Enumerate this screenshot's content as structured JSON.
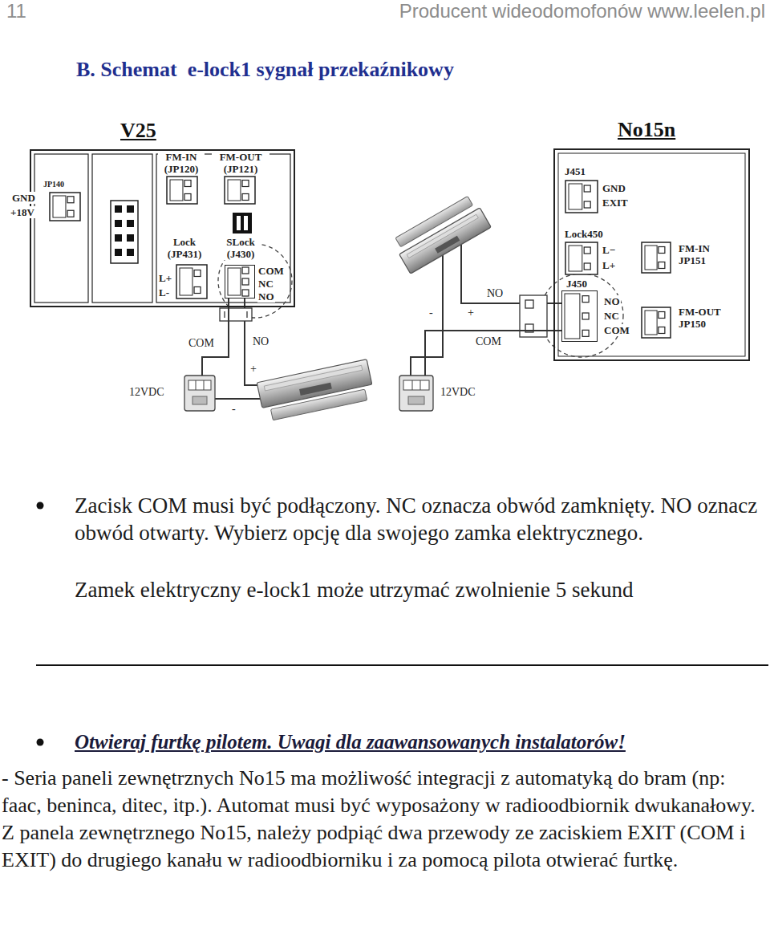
{
  "diagram": {
    "title": "B. Schemat  e-lock1 sygnał przekaźnikowy",
    "nodes": [
      {
        "text": [
          "V25"
        ]
      },
      {
        "text": [
          "SLock (J430)"
        ],
        "in": 0
      },
      {
        "text": [
          "12VDC"
        ]
      },
      {
        "text": [
          "No15n"
        ]
      },
      {
        "text": [
          "J450"
        ],
        "in": 3
      },
      {
        "text": [
          "12VDC"
        ]
      }
    ],
    "edges": [
      {
        "from": 1,
        "to": 2,
        "label": "COM",
        "arrow": "none"
      },
      {
        "from": 4,
        "to": 5,
        "label": "COM",
        "arrow": "none"
      }
    ],
    "labels": [
      "11",
      "Producent wideodomofonów www.leelen.pl",
      "GND",
      "+18V",
      "JP140",
      "FM-IN (JP120)",
      "FM-OUT (JP121)",
      "Lock (JP431)",
      "L+",
      "L-",
      "COM",
      "NC",
      "NO",
      "NO",
      "-",
      "+",
      "J451",
      "GND",
      "EXIT",
      "Lock450",
      "L−",
      "L+",
      "FM-IN JP151",
      "NO",
      "NC",
      "COM",
      "FM-OUT JP150",
      "NO",
      "-",
      "+",
      "Zacisk COM musi być podłączony. NC oznacza obwód zamknięty. NO oznacz obwód otwarty. Wybierz opcję dla swojego zamka elektrycznego.",
      "Zamek elektryczny e-lock1 może utrzymać zwolnienie 5 sekund",
      "Otwieraj furtkę pilotem. Uwagi dla zaawansowanych instalatorów!",
      "- Seria paneli zewnętrznych No15 ma możliwość integracji z automatyką do bram (np: faac, beninca, ditec, itp.). Automat musi być wyposażony w radioodbiornik dwukanałowy. Z panela zewnętrznego No15, należy podpiąć dwa przewody ze zaciskiem EXIT (COM i EXIT) do drugiego kanału w radioodbiorniku i za pomocą pilota otwierać furtkę."
    ]
  }
}
